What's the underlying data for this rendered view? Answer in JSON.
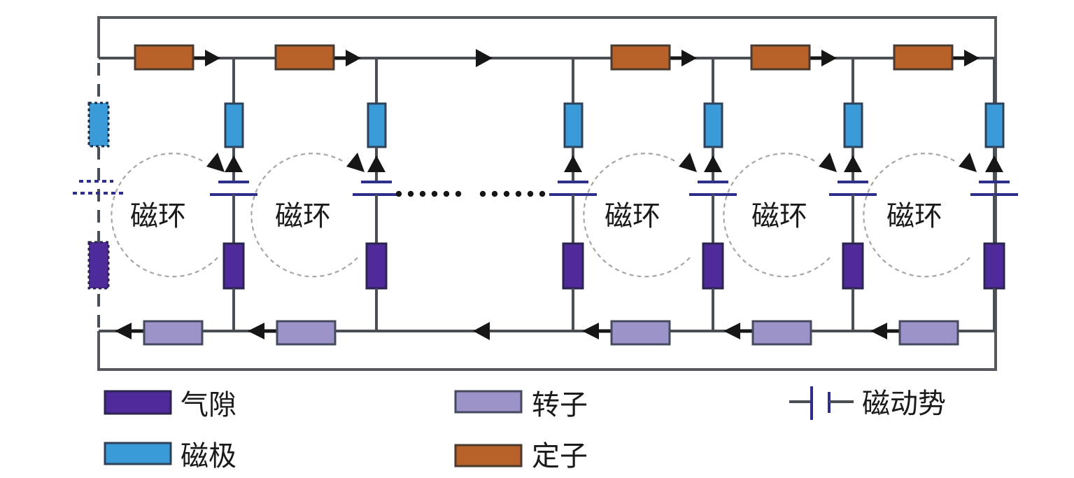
{
  "diagram": {
    "title": "",
    "description": "Equivalent magnetic circuit network with repeated loop cells",
    "loop_label": "磁环",
    "loops_visible": 5,
    "ellipsis": "......",
    "colors": {
      "stator": "#b8612a",
      "rotor": "#9c93c9",
      "pole": "#3a9bd8",
      "air_gap": "#4f2a9a",
      "mmf": "#2e2f8a",
      "wire": "#4a4f55",
      "flux_loop": "#a6a6a6"
    }
  },
  "legend": {
    "items": [
      {
        "key": "air_gap",
        "label": "气隙",
        "symbol": "rect",
        "color": "#4f2a9a"
      },
      {
        "key": "pole",
        "label": "磁极",
        "symbol": "rect",
        "color": "#3a9bd8"
      },
      {
        "key": "rotor",
        "label": "转子",
        "symbol": "rect",
        "color": "#9c93c9"
      },
      {
        "key": "stator",
        "label": "定子",
        "symbol": "rect",
        "color": "#b8612a"
      },
      {
        "key": "mmf",
        "label": "磁动势",
        "symbol": "mmf-source",
        "color": "#2e2f8a"
      }
    ]
  }
}
